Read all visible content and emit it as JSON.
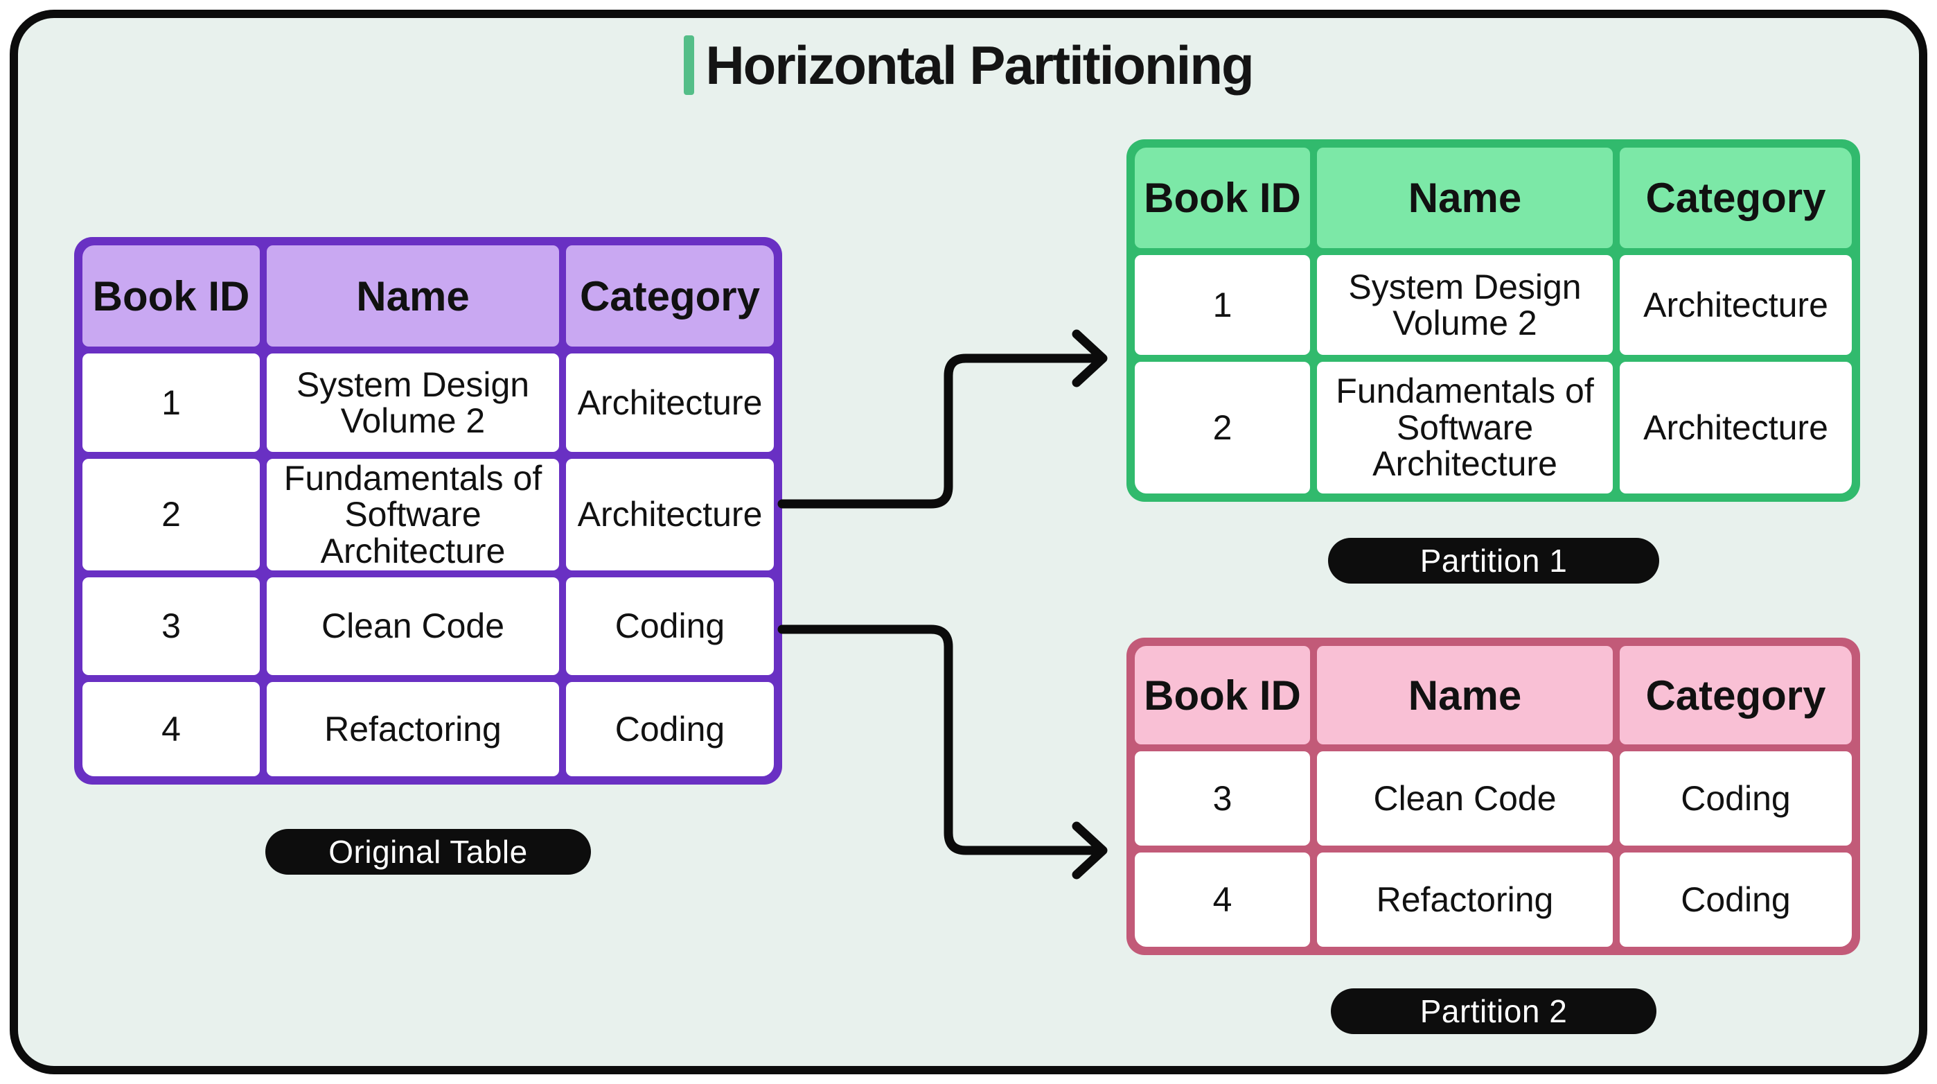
{
  "title": {
    "text": "Horizontal Partitioning",
    "accent_color": "#54be88"
  },
  "canvas": {
    "background": "#e8f1ed",
    "frame_border": "#0c0c0c",
    "arrow_color": "#0b0b0b",
    "label_pill_bg": "#0d0d0d",
    "label_pill_text": "#ffffff"
  },
  "tables": {
    "original": {
      "label": "Original Table",
      "theme": {
        "border": "#6930c3",
        "header_fill": "#c9a8f2",
        "cell_fill": "#ffffff",
        "text": "#111111"
      },
      "columns": [
        "Book ID",
        "Name",
        "Category"
      ],
      "rows": [
        [
          "1",
          "System Design Volume 2",
          "Architecture"
        ],
        [
          "2",
          "Fundamentals of Software Architecture",
          "Architecture"
        ],
        [
          "3",
          "Clean Code",
          "Coding"
        ],
        [
          "4",
          "Refactoring",
          "Coding"
        ]
      ]
    },
    "partition1": {
      "label": "Partition 1",
      "theme": {
        "border": "#31ba6d",
        "header_fill": "#7ce8a7",
        "cell_fill": "#ffffff",
        "text": "#111111"
      },
      "columns": [
        "Book ID",
        "Name",
        "Category"
      ],
      "rows": [
        [
          "1",
          "System Design Volume 2",
          "Architecture"
        ],
        [
          "2",
          "Fundamentals of Software Architecture",
          "Architecture"
        ]
      ]
    },
    "partition2": {
      "label": "Partition 2",
      "theme": {
        "border": "#c25a78",
        "header_fill": "#f9c0d5",
        "cell_fill": "#ffffff",
        "text": "#111111"
      },
      "columns": [
        "Book ID",
        "Name",
        "Category"
      ],
      "rows": [
        [
          "3",
          "Clean Code",
          "Coding"
        ],
        [
          "4",
          "Refactoring",
          "Coding"
        ]
      ]
    }
  }
}
